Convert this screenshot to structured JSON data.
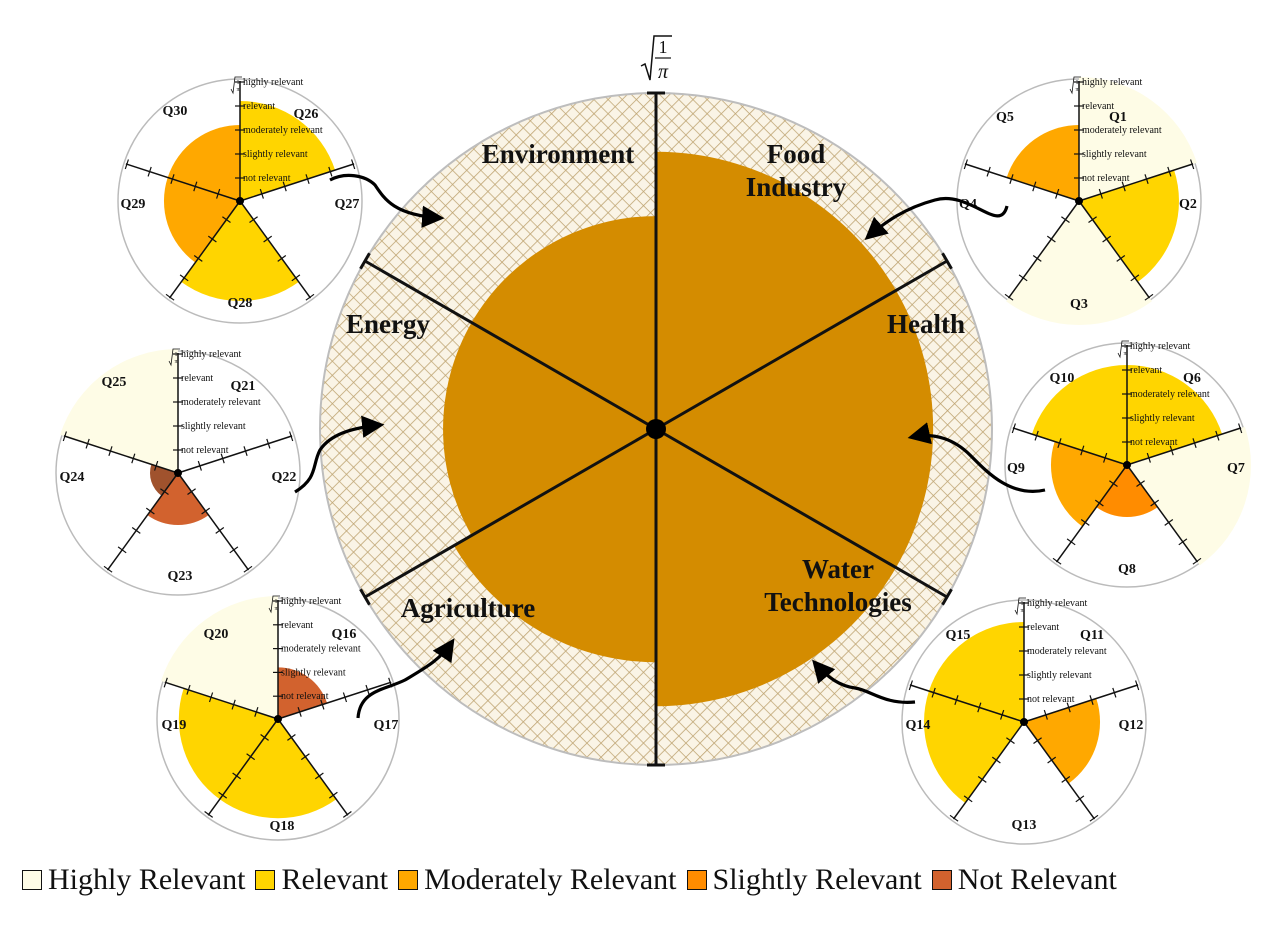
{
  "colors": {
    "highly_relevant": "#FEFCE6",
    "relevant": "#FFD500",
    "moderately_relevant": "#FFA800",
    "slightly_relevant": "#FF8C00",
    "not_relevant": "#D2622E",
    "not_relevant_dark": "#A0522D",
    "main_sector_fill": "#D48C00",
    "hatch_line": "#BFA573",
    "hatch_bg": "#FAF4E6"
  },
  "main": {
    "radius_label": "√(1/π)",
    "sectors": [
      {
        "name": "Food Industry",
        "lines": [
          "Food",
          "Industry"
        ],
        "level": 0.82
      },
      {
        "name": "Health",
        "lines": [
          "Health"
        ],
        "level": 0.82
      },
      {
        "name": "Water Technologies",
        "lines": [
          "Water",
          "Technologies"
        ],
        "level": 0.82
      },
      {
        "name": "Agriculture",
        "lines": [
          "Agriculture"
        ],
        "level": 0.69
      },
      {
        "name": "Energy",
        "lines": [
          "Energy"
        ],
        "level": 0.63
      },
      {
        "name": "Environment",
        "lines": [
          "Environment"
        ],
        "level": 0.63
      }
    ]
  },
  "scale_labels": [
    "highly relevant",
    "relevant",
    "moderately relevant",
    "slightly relevant",
    "not relevant"
  ],
  "mini_charts": [
    {
      "sector": "Food Industry",
      "questions": [
        {
          "label": "Q1",
          "category": "highly_relevant",
          "level": 5
        },
        {
          "label": "Q2",
          "category": "relevant",
          "level": 4
        },
        {
          "label": "Q3",
          "category": "highly_relevant",
          "level": 5
        },
        {
          "label": "Q4",
          "category": "",
          "level": 0
        },
        {
          "label": "Q5",
          "category": "moderately_relevant",
          "level": 3
        }
      ]
    },
    {
      "sector": "Health",
      "questions": [
        {
          "label": "Q6",
          "category": "relevant",
          "level": 4
        },
        {
          "label": "Q7",
          "category": "highly_relevant",
          "level": 5
        },
        {
          "label": "Q8",
          "category": "slightly_relevant",
          "level": 2
        },
        {
          "label": "Q9",
          "category": "moderately_relevant",
          "level": 3
        },
        {
          "label": "Q10",
          "category": "relevant",
          "level": 4
        }
      ]
    },
    {
      "sector": "Water Technologies",
      "questions": [
        {
          "label": "Q11",
          "category": "",
          "level": 0
        },
        {
          "label": "Q12",
          "category": "moderately_relevant",
          "level": 3
        },
        {
          "label": "Q13",
          "category": "",
          "level": 0
        },
        {
          "label": "Q14",
          "category": "relevant",
          "level": 4
        },
        {
          "label": "Q15",
          "category": "relevant",
          "level": 4
        }
      ]
    },
    {
      "sector": "Agriculture",
      "questions": [
        {
          "label": "Q16",
          "category": "not_relevant",
          "level": 2
        },
        {
          "label": "Q17",
          "category": "",
          "level": 0
        },
        {
          "label": "Q18",
          "category": "relevant",
          "level": 4
        },
        {
          "label": "Q19",
          "category": "relevant",
          "level": 4
        },
        {
          "label": "Q20",
          "category": "highly_relevant",
          "level": 5
        }
      ]
    },
    {
      "sector": "Energy",
      "questions": [
        {
          "label": "Q21",
          "category": "",
          "level": 0
        },
        {
          "label": "Q22",
          "category": "",
          "level": 0
        },
        {
          "label": "Q23",
          "category": "not_relevant",
          "level": 2
        },
        {
          "label": "Q24",
          "category": "not_relevant_dark",
          "level": 1
        },
        {
          "label": "Q25",
          "category": "highly_relevant",
          "level": 5
        }
      ]
    },
    {
      "sector": "Environment",
      "questions": [
        {
          "label": "Q26",
          "category": "relevant",
          "level": 4
        },
        {
          "label": "Q27",
          "category": "",
          "level": 0
        },
        {
          "label": "Q28",
          "category": "relevant",
          "level": 4
        },
        {
          "label": "Q29",
          "category": "moderately_relevant",
          "level": 3
        },
        {
          "label": "Q30",
          "category": "moderately_relevant",
          "level": 3
        }
      ]
    }
  ],
  "legend": [
    {
      "label": "Highly Relevant",
      "color": "#FEFCE6"
    },
    {
      "label": "Relevant",
      "color": "#FFD500"
    },
    {
      "label": "Moderately Relevant",
      "color": "#FFA800"
    },
    {
      "label": "Slightly Relevant",
      "color": "#FF8C00"
    },
    {
      "label": "Not Relevant",
      "color": "#D2622E"
    }
  ]
}
